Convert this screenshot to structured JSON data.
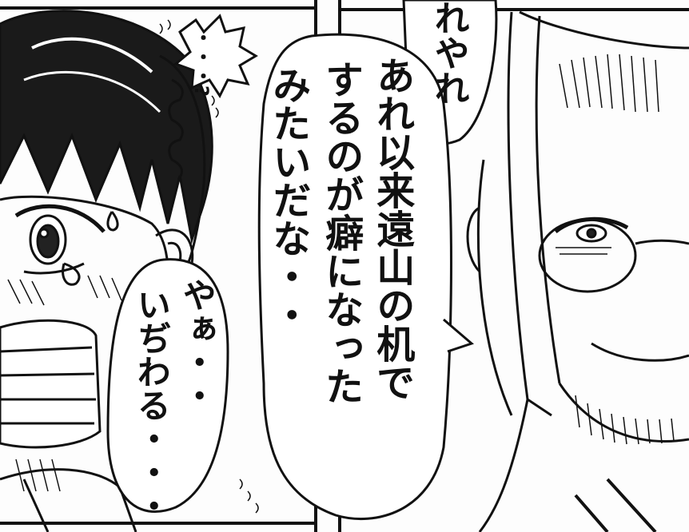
{
  "speech_top": {
    "text": "れやれ"
  },
  "speech_main": {
    "line1": "あれ以来遠山の机で",
    "line2": "するのが癖になった",
    "line3": "みたいだな・・"
  },
  "speech_small": {
    "line1": "やぁ・・",
    "line2": "いぢわる・・・"
  },
  "sound_effect": {
    "text": "・・・?"
  }
}
